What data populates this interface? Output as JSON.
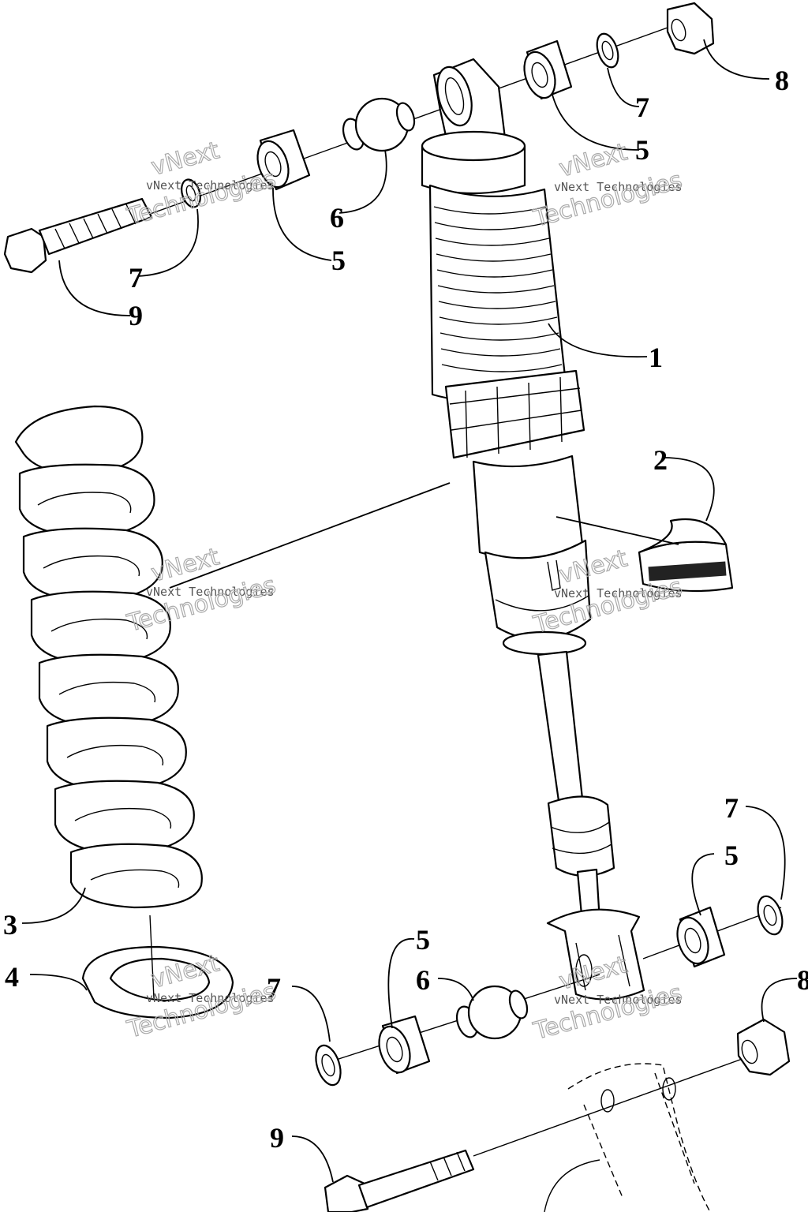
{
  "callouts": {
    "c1": "1",
    "c2": "2",
    "c3": "3",
    "c4": "4",
    "c5a": "5",
    "c5b": "5",
    "c5c": "5",
    "c5d": "5",
    "c6a": "6",
    "c6b": "6",
    "c7a": "7",
    "c7b": "7",
    "c7c": "7",
    "c7d": "7",
    "c8a": "8",
    "c8b": "8",
    "c9a": "9",
    "c9b": "9"
  },
  "watermark": {
    "line1": "vNext Technologies",
    "line2": "vNext",
    "line3": "Technologies"
  }
}
